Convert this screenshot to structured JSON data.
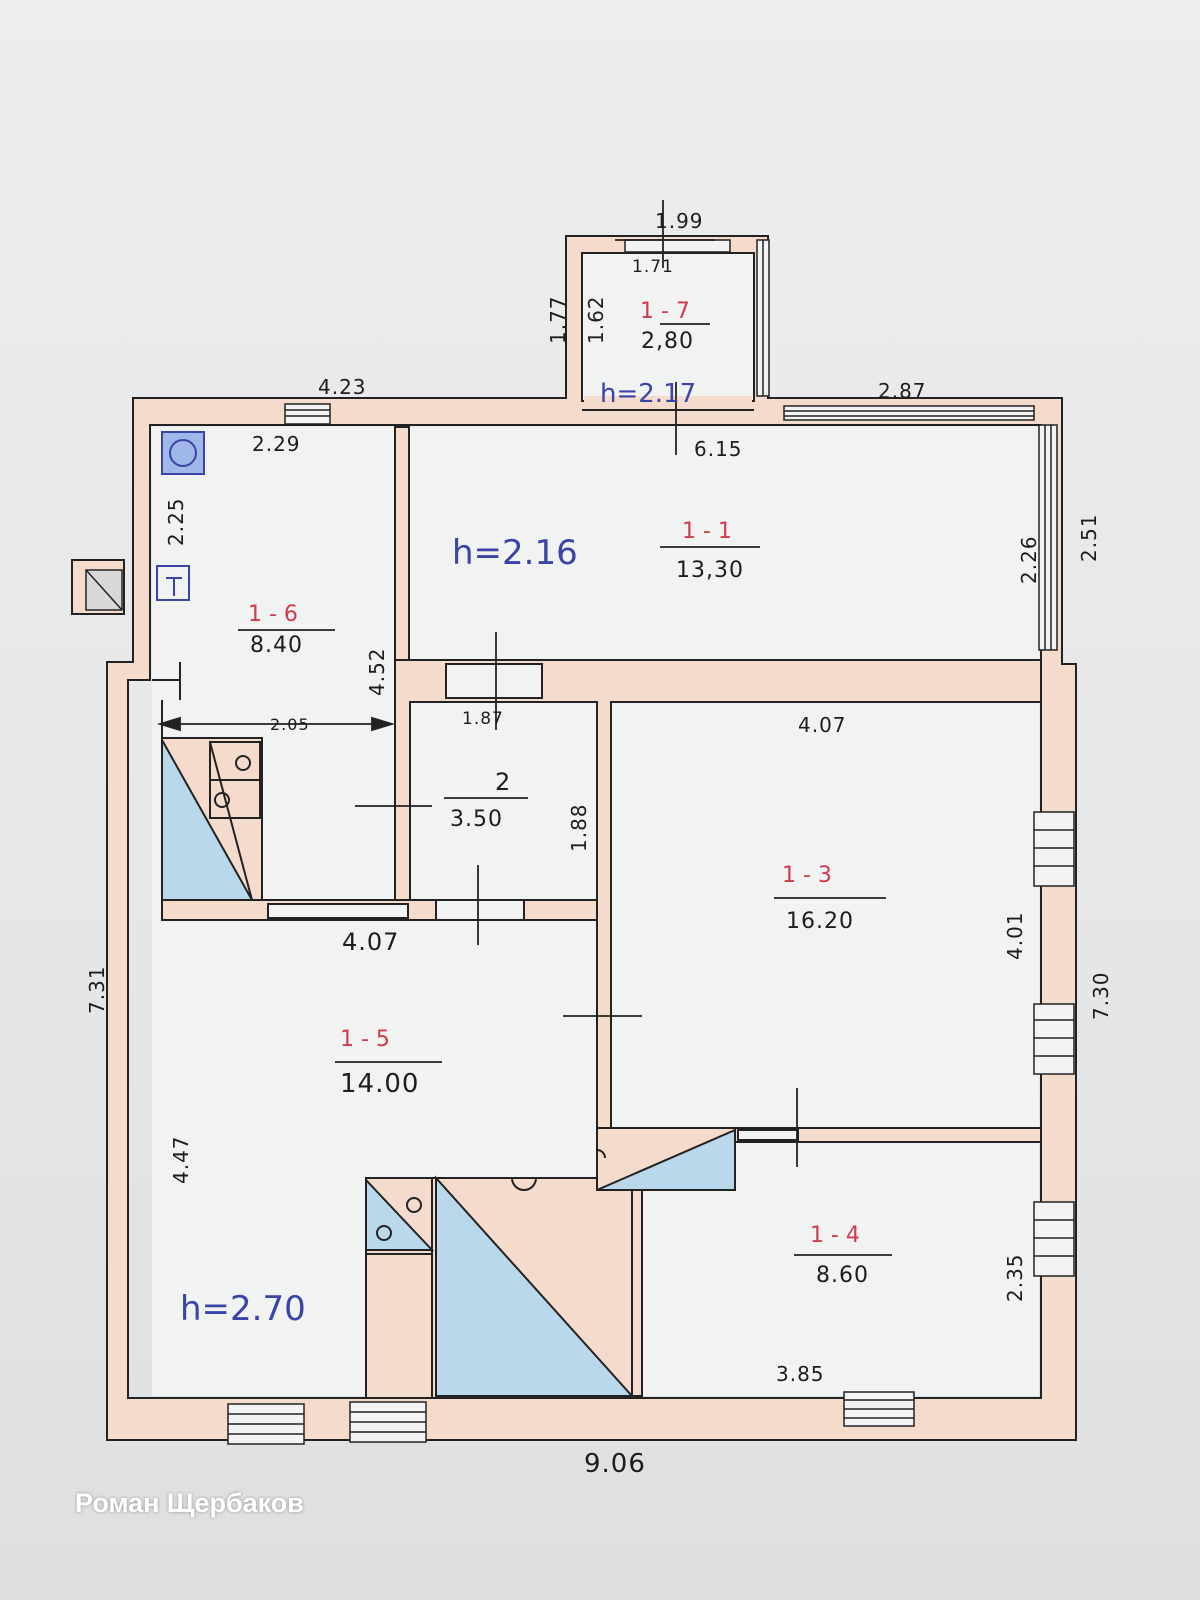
{
  "colors": {
    "wall": "#f4dbcc",
    "line": "#222222",
    "blue_fill": "#b9d8ec",
    "name_red": "#d03a4a",
    "height_blue": "#3a43a8",
    "paper": "#e8e9ea"
  },
  "heights": {
    "upper": "h=2.16",
    "lower": "h=2.70",
    "porch": "h=2.17"
  },
  "rooms": {
    "porch": {
      "name": "1 - 7",
      "area": "2,80"
    },
    "r1": {
      "name": "1 - 1",
      "area": "13,30"
    },
    "r2": {
      "name": "2",
      "area": "3.50"
    },
    "r3": {
      "name": "1 - 3",
      "area": "16.20"
    },
    "r4": {
      "name": "1 - 4",
      "area": "8.60"
    },
    "r5": {
      "name": "1 - 5",
      "area": "14.00"
    },
    "r6": {
      "name": "1 - 6",
      "area": "8.40"
    }
  },
  "dimensions": {
    "porch_outer_width": "1.99",
    "porch_inner_width": "1.71",
    "porch_outer_height": "1.77",
    "porch_inner_height": "1.62",
    "top_left_outer": "4.23",
    "top_right_outer": "2.87",
    "room6_width": "2.29",
    "room6_height": "2.25",
    "room1_width": "6.15",
    "room1_height": "2.26",
    "right_upper_outer": "2.51",
    "corridor_height": "4.52",
    "stair_span": "2.05",
    "room2_width": "1.87",
    "room2_height": "1.88",
    "room3_width": "4.07",
    "room3_height": "4.01",
    "room5_width": "4.07",
    "room5_height": "4.47",
    "left_outer": "7.31",
    "right_outer": "7.30",
    "room4_height": "2.35",
    "room4_width": "3.85",
    "bottom_outer": "9.06"
  },
  "watermark": "Роман Щербаков"
}
